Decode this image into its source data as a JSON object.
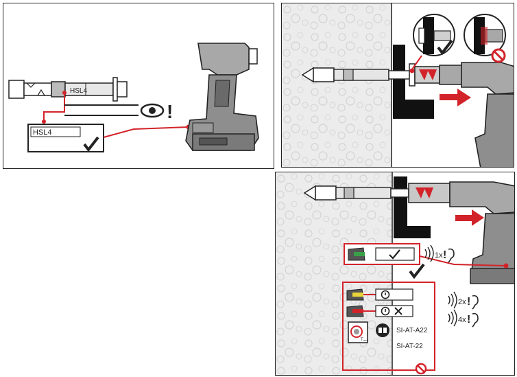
{
  "panel_a": {
    "anchor_label": "HSL4",
    "card_label": "HSL4",
    "alert_mark": "!"
  },
  "panel_c": {
    "signal_1": "1x",
    "signal_2": "2x",
    "signal_3": "4x",
    "alert_mark": "!",
    "tmd_label": "T",
    "tmd_sub": "md",
    "code_1": "SI-AT-A22",
    "code_2": "SI-AT-22"
  },
  "colors": {
    "accent": "#d2232a",
    "outline": "#222222",
    "tool_gray": "#9a9a9a",
    "green": "#3aa048",
    "yellow": "#e8d43a",
    "red_led": "#d2232a"
  }
}
